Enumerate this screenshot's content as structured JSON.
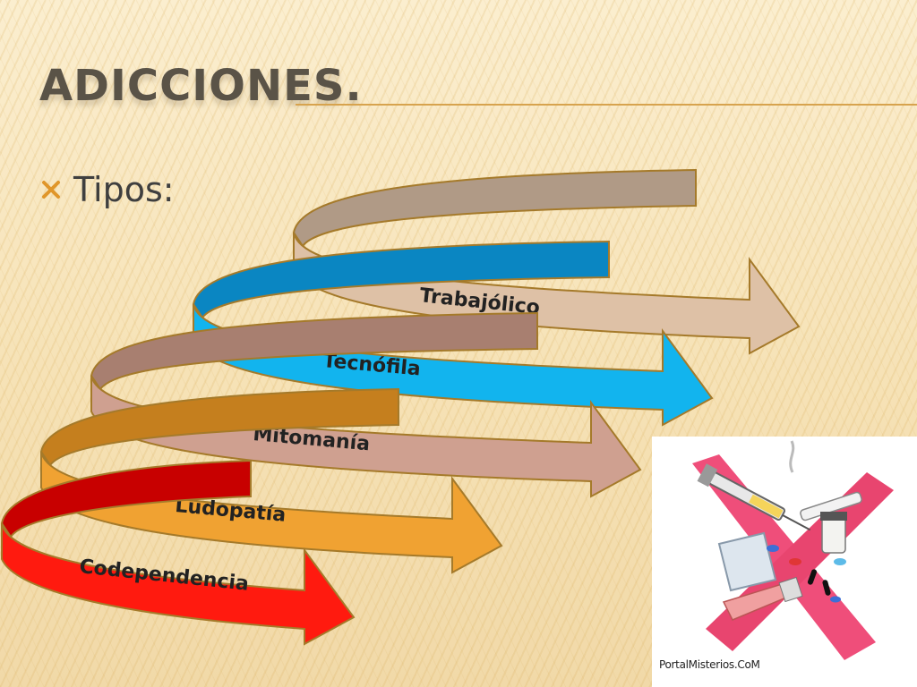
{
  "slide": {
    "title": "ADICCIONES.",
    "bullet": "Tipos:"
  },
  "diagram": {
    "arrows": [
      {
        "label": "Codependencia",
        "front_color": "#ff1a0f",
        "back_color": "#c80000"
      },
      {
        "label": "Ludopatía",
        "front_color": "#f0a232",
        "back_color": "#c57f1e"
      },
      {
        "label": "Mitomanía",
        "front_color": "#cfa090",
        "back_color": "#a87f70"
      },
      {
        "label": "Tecnófila",
        "front_color": "#12b4ee",
        "back_color": "#0a86c2"
      },
      {
        "label": "Trabajólico",
        "front_color": "#dec1a6",
        "back_color": "#b09a86"
      }
    ]
  },
  "image": {
    "credit": "PortalMisterios.CoM",
    "icon": "no-drugs-icon"
  },
  "colors": {
    "title": "#5a5347",
    "rule": "#d7a34e",
    "bullet_icon": "#e0962a"
  }
}
